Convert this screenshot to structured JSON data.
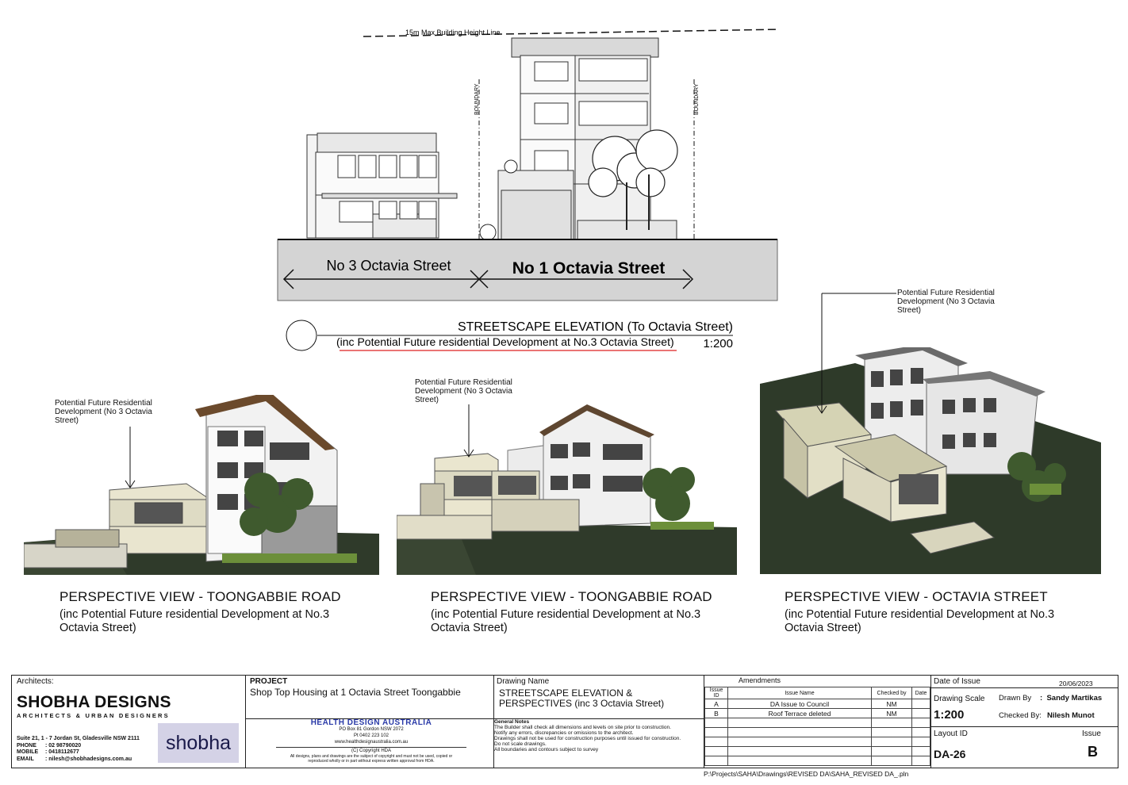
{
  "elevation": {
    "height_line_label": "15m Max Building Height Line",
    "boundary_label": "BOUNDARY",
    "left_street": "No 3 Octavia Street",
    "right_street": "No 1 Octavia Street",
    "title": "STREETSCAPE ELEVATION (To Octavia Street)",
    "subtitle": "(inc Potential Future residential Development at No.3 Octavia Street)",
    "scale": "1:200"
  },
  "perspectives": [
    {
      "title": "PERSPECTIVE VIEW - TOONGABBIE ROAD",
      "subtitle": "(inc Potential Future residential Development at No.3 Octavia Street)",
      "callout": "Potential Future Residential Development (No 3 Octavia Street)"
    },
    {
      "title": "PERSPECTIVE VIEW - TOONGABBIE ROAD",
      "subtitle": "(inc Potential Future residential Development at No.3 Octavia Street)",
      "callout": "Potential Future Residential Development (No 3 Octavia Street)"
    },
    {
      "title": "PERSPECTIVE VIEW - OCTAVIA STREET",
      "subtitle": "(inc Potential Future residential Development at No.3 Octavia Street)",
      "callout": "Potential Future Residential Development (No 3 Octavia Street)"
    }
  ],
  "title_block": {
    "architects_label": "Architects:",
    "firm_name": "SHOBHA DESIGNS",
    "firm_tagline": "ARCHITECTS & URBAN DESIGNERS",
    "address": "Suite 21, 1 - 7 Jordan St, Gladesville NSW 2111",
    "phone_label": "PHONE",
    "phone": "02 98790020",
    "mobile_label": "MOBILE",
    "mobile": "0418112677",
    "email_label": "EMAIL",
    "email": "nilesh@shobhadesigns.com.au",
    "logo_text": "shobha",
    "project_label": "PROJECT",
    "project_name": "Shop Top Housing at 1 Octavia Street Toongabbie",
    "client_name": "HEALTH DESIGN AUSTRALIA",
    "client_address": "PO Box 81 Gordon NSW 2072",
    "client_phone": "Pt 0402 223 102",
    "client_web": "www.healthdesignaustralia.com.au",
    "client_copyright": "(C) Copyright HDA",
    "client_note": "All designs, plans and drawings are the subject of copyright and must not be used, copied or reproduced wholly or in part without express written approval from HDA.",
    "drawing_name_label": "Drawing Name",
    "drawing_name": "STREETSCAPE ELEVATION & PERSPECTIVES (inc 3 Octavia Street)",
    "general_notes_label": "General Notes",
    "general_notes": [
      "The Builder shall check all dimensions and levels on site prior to construction.",
      "Notify any errors, discrepancies or omissions to the architect.",
      "Drawings shall not be used for construction purposes until issued for construction.",
      "Do not scale drawings.",
      "All boundaries and contours subject to survey"
    ],
    "amendments_label": "Amendments",
    "amend_headers": [
      "Issue ID",
      "Issue Name",
      "Checked by",
      "Date"
    ],
    "amendments": [
      {
        "id": "A",
        "name": "DA Issue to Council",
        "checked": "NM",
        "date": ""
      },
      {
        "id": "B",
        "name": "Roof Terrace deleted",
        "checked": "NM",
        "date": ""
      }
    ],
    "date_of_issue_label": "Date of Issue",
    "date_of_issue": "20/06/2023",
    "drawing_scale_label": "Drawing Scale",
    "drawing_scale": "1:200",
    "drawn_by_label": "Drawn By",
    "drawn_by": "Sandy Martikas",
    "checked_by_label": "Checked By:",
    "checked_by": "Nilesh Munot",
    "layout_id_label": "Layout ID",
    "layout_id": "DA-26",
    "issue_label": "Issue",
    "issue": "B",
    "file_path": "P:\\Projects\\SAHA\\Drawings\\REVISED DA\\SAHA_REVISED DA_.pln"
  }
}
